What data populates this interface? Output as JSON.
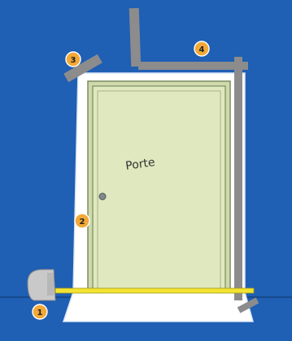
{
  "colors": {
    "background": "#1f5fb4",
    "door": "#dfe8bf",
    "door_frame": "#cfd9ab",
    "door_border": "#7a8d60",
    "wall_panel": "#ffffff",
    "tape_measure_body": "#c9c9c9",
    "tape": "#f3e332",
    "strip": "#8c8c8c",
    "badge_fill": "#f2a937",
    "badge_stroke": "#ffffff"
  },
  "door": {
    "label": "Porte"
  },
  "badges": [
    {
      "number": "1"
    },
    {
      "number": "2"
    },
    {
      "number": "3"
    },
    {
      "number": "4"
    }
  ],
  "icons": {
    "tape_measure": "tape-measure-icon",
    "door_knob": "door-knob-icon"
  }
}
